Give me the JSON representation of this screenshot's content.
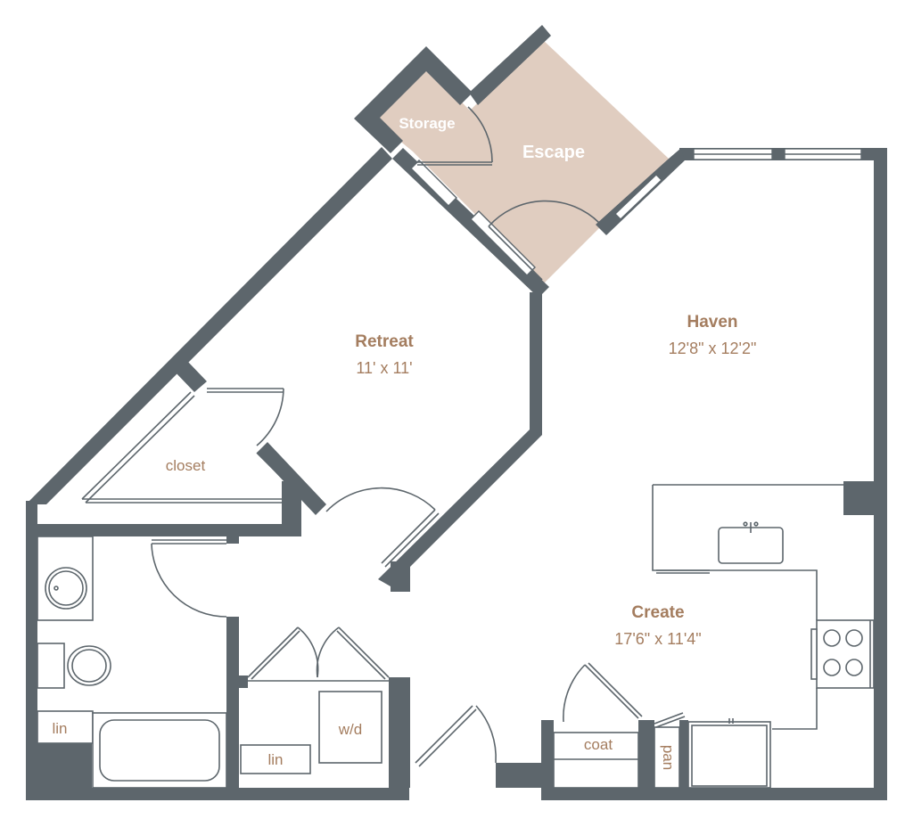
{
  "colors": {
    "wall": "#5d666c",
    "label": "#a47d5f",
    "balcony": "#e0cdc0",
    "background": "#ffffff"
  },
  "rooms": {
    "storage": {
      "name": "Storage"
    },
    "escape": {
      "name": "Escape"
    },
    "retreat": {
      "name": "Retreat",
      "dims": "11' x 11'"
    },
    "haven": {
      "name": "Haven",
      "dims": "12'8\" x 12'2\""
    },
    "create": {
      "name": "Create",
      "dims": "17'6\" x 11'4\""
    }
  },
  "labels": {
    "closet": "closet",
    "lin_bath": "lin",
    "lin_hall": "lin",
    "wd": "w/d",
    "coat": "coat",
    "pan": "pan"
  }
}
